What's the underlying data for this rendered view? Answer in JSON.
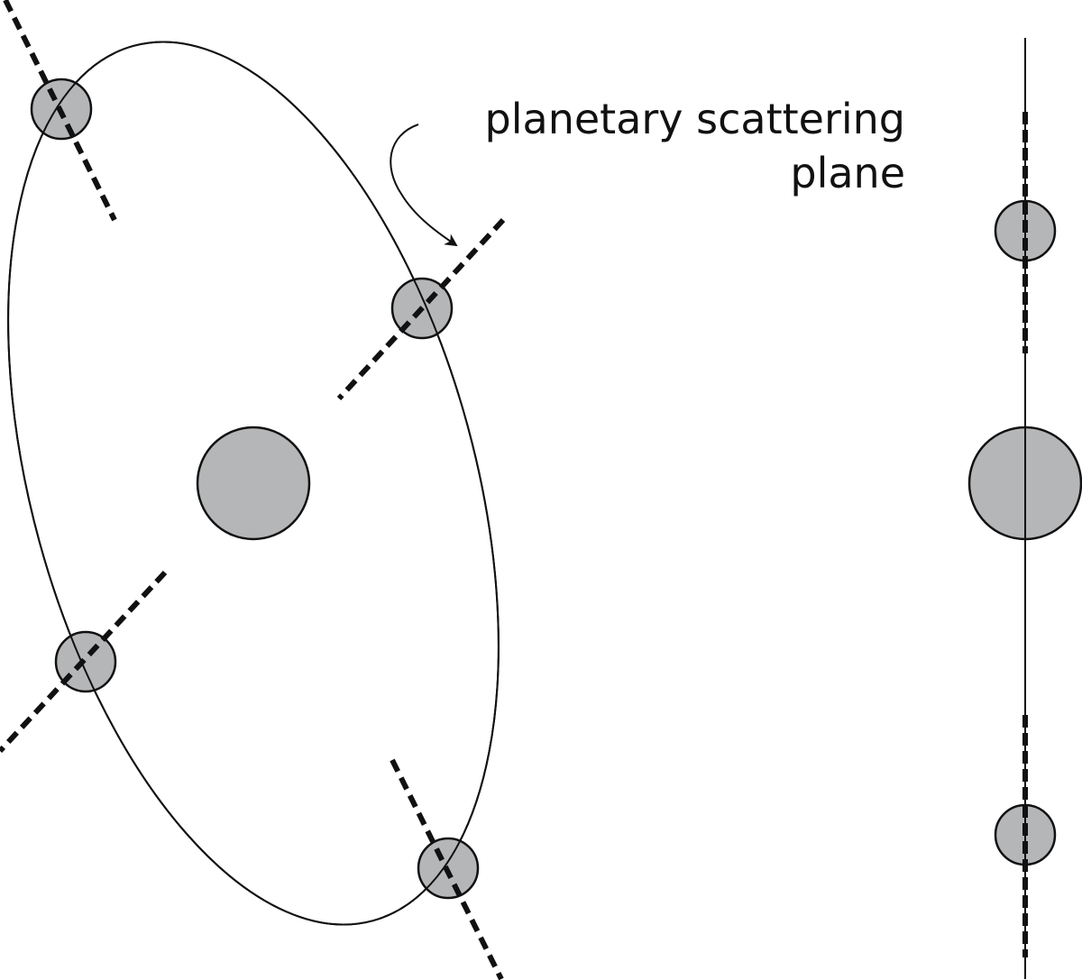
{
  "annotation": {
    "line1": "planetary scattering",
    "line2": "plane"
  },
  "colors": {
    "body_fill": "#b5b6b8",
    "stroke": "#111111",
    "background": "#ffffff"
  },
  "views": {
    "face_on": {
      "description_bodies": [
        "star",
        "planet",
        "planet",
        "planet",
        "planet"
      ]
    },
    "edge_on": {
      "description_bodies": [
        "planet",
        "star",
        "planet"
      ]
    }
  }
}
